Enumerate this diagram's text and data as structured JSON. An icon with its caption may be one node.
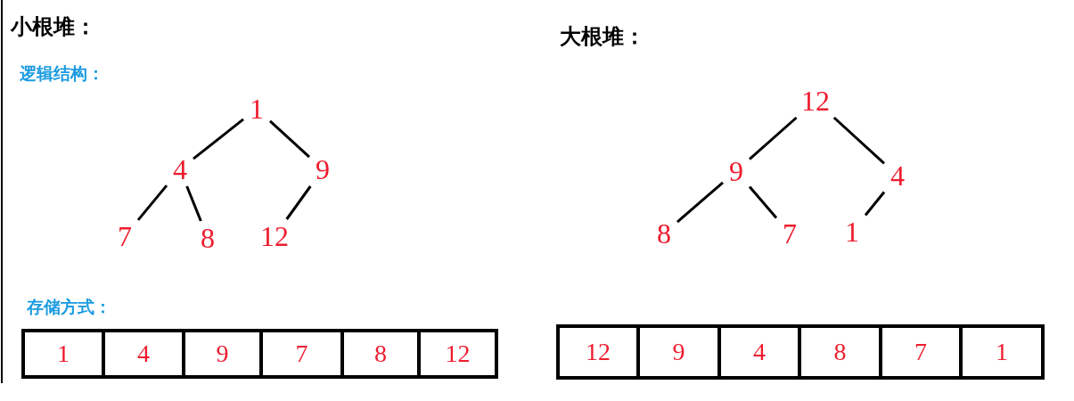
{
  "diagram": {
    "nodes": [
      {
        "text": [
          "1"
        ]
      },
      {
        "text": [
          "4"
        ]
      },
      {
        "text": [
          "9"
        ]
      },
      {
        "text": [
          "7"
        ]
      },
      {
        "text": [
          "8"
        ]
      },
      {
        "text": [
          "12"
        ]
      },
      {
        "text": [
          "12"
        ]
      },
      {
        "text": [
          "9"
        ]
      },
      {
        "text": [
          "4"
        ]
      },
      {
        "text": [
          "8"
        ]
      },
      {
        "text": [
          "7"
        ]
      },
      {
        "text": [
          "1"
        ]
      },
      {
        "text": [
          "1"
        ]
      },
      {
        "text": [
          "4"
        ]
      },
      {
        "text": [
          "9"
        ]
      },
      {
        "text": [
          "7"
        ]
      },
      {
        "text": [
          "8"
        ]
      },
      {
        "text": [
          "12"
        ]
      },
      {
        "text": [
          "12"
        ]
      },
      {
        "text": [
          "9"
        ]
      },
      {
        "text": [
          "4"
        ]
      },
      {
        "text": [
          "8"
        ]
      },
      {
        "text": [
          "7"
        ]
      },
      {
        "text": [
          "1"
        ]
      }
    ],
    "edges": [
      {
        "from": 0,
        "to": 1,
        "arrow": "none"
      },
      {
        "from": 0,
        "to": 2,
        "arrow": "none"
      },
      {
        "from": 1,
        "to": 3,
        "arrow": "none"
      },
      {
        "from": 1,
        "to": 4,
        "arrow": "none"
      },
      {
        "from": 2,
        "to": 5,
        "arrow": "none"
      },
      {
        "from": 6,
        "to": 7,
        "arrow": "none"
      },
      {
        "from": 6,
        "to": 8,
        "arrow": "none"
      },
      {
        "from": 7,
        "to": 9,
        "arrow": "none"
      },
      {
        "from": 7,
        "to": 10,
        "arrow": "none"
      },
      {
        "from": 8,
        "to": 11,
        "arrow": "none"
      }
    ],
    "labels": [
      "小根堆：",
      "逻辑结构：",
      "大根堆：",
      "存储方式："
    ]
  }
}
